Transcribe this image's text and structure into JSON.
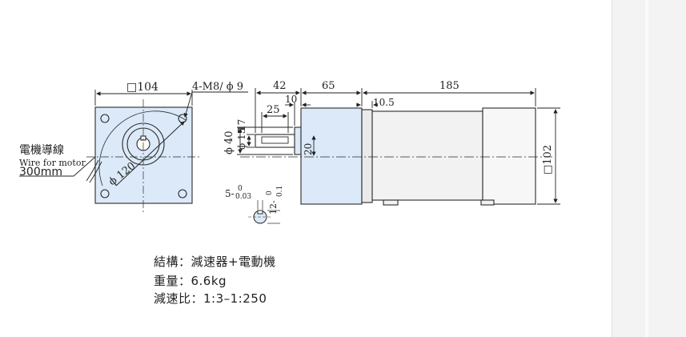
{
  "drawing": {
    "dims": {
      "flange_width": "□104",
      "holes": "4-M8/ ϕ 9",
      "shaft_length": "42",
      "gear_length": "65",
      "motor_length": "185",
      "key_length": "25",
      "shaft_step": "10",
      "gap": "10.5",
      "spigot_diameter": "ϕ 40",
      "shaft_diameter": "ϕ 15",
      "d17": "17",
      "d20": "20",
      "pcd": "ϕ 120",
      "motor_height": "□102",
      "key_width": "5-",
      "key_width_tol_upper": "0",
      "key_width_tol_lower": "0.03",
      "key_height": "12-",
      "key_height_tol_upper": "0",
      "key_height_tol_lower": "0.1"
    },
    "wire": {
      "label_cn": "電機導線",
      "label_en": "Wire for motor",
      "length": "300mm"
    }
  },
  "specs": [
    "結構：減速器+電動機",
    "重量：6.6kg",
    "減速比：1:3–1:250"
  ],
  "colors": {
    "body_fill": "#dbe9f8",
    "line": "#2a2a2a",
    "panel": "#f3f3f3"
  }
}
